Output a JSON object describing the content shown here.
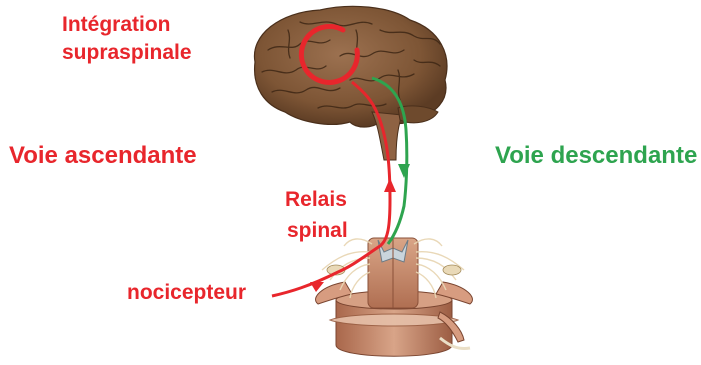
{
  "labels": {
    "integration_line1": "Intégration",
    "integration_line2": "supraspinale",
    "ascending": "Voie ascendante",
    "descending": "Voie descendante",
    "relay_line1": "Relais",
    "relay_line2": "spinal",
    "nociceptor": "nocicepteur"
  },
  "colors": {
    "ascending": "#e8262c",
    "descending": "#2ea44f",
    "brain": "#8a6040",
    "spinal_cord": "#c98c6b"
  },
  "icons": {
    "brain": "brain-illustration",
    "spinal_cord": "spinal-cord-illustration"
  }
}
